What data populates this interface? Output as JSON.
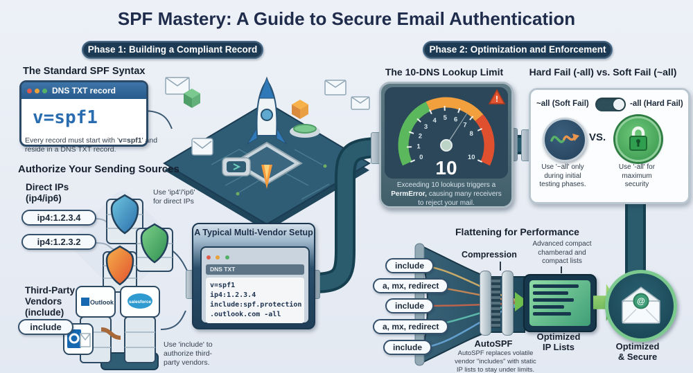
{
  "title": "SPF Mastery: A Guide to Secure Email Authentication",
  "phases": {
    "phase1": "Phase 1: Building a Compliant Record",
    "phase2": "Phase 2: Optimization and Enforcement"
  },
  "syntax": {
    "heading": "The Standard SPF Syntax",
    "window_title": "DNS TXT record",
    "record": "v=spf1",
    "caption_pre": "Every record must start with '",
    "caption_code": "v=spf1",
    "caption_post": "' and reside in a DNS TXT record."
  },
  "sources": {
    "heading": "Authorize Your Sending Sources",
    "direct_label": "Direct IPs\n(ip4/ip6)",
    "ip_pills": [
      "ip4:1.2.3.4",
      "ip4:1.2.3.2"
    ],
    "tip": "Use 'ip4'/'ip6'\nfor direct IPs"
  },
  "vendors": {
    "label": "Third-Party\nVendors\n(include)",
    "pill": "include",
    "badge_outlook": "Outlook",
    "badge_salesforce": "salesforce",
    "tip": "Use 'include' to\nauthorize third-\nparty vendors."
  },
  "multivendor": {
    "heading": "A Typical Multi-Vendor Setup",
    "window_title": "DNS TXT",
    "code_lines": [
      "v=spf1",
      "ip4:1.2.3.4",
      "include:spf.protection",
      ".outlook.com -all"
    ]
  },
  "gauge": {
    "heading": "The 10-DNS Lookup Limit",
    "ticks": [
      "0",
      "1",
      "2",
      "3",
      "4",
      "5",
      "6",
      "7",
      "8",
      "10"
    ],
    "value": "10",
    "caption_line1": "Exceeding 10 lookups triggers a",
    "caption_bold": "PermError,",
    "caption_line2_rest": " causing many receivers",
    "caption_line3": "to reject your mail.",
    "warning_mark": "!"
  },
  "failmodes": {
    "heading": "Hard Fail (-all) vs. Soft Fail (~all)",
    "soft_label": "~all (Soft Fail)",
    "hard_label": "-all (Hard Fail)",
    "vs_label": "VS.",
    "soft_caption": "Use '~all' only\nduring initial\ntesting phases.",
    "hard_caption": "Use '-all' for\nmaximum\nsecurity"
  },
  "flatten": {
    "heading": "Flattening for Performance",
    "pills": [
      "include",
      "a, mx, redirect",
      "include",
      "a, mx, redirect",
      "include"
    ],
    "compression_label": "Compression",
    "annotation": "Advanced compact\nchamberad and\ncompact lists",
    "autospf_label": "AutoSPF",
    "autospf_caption": "AutoSPF replaces volatile\nvendor \"includes\" with static\nIP lists to stay under limits.",
    "ip_lists_label": "Optimized\nIP Lists",
    "result_label": "Optimized\n& Secure",
    "seal_symbol": "@"
  },
  "colors": {
    "background": "#e9eef5",
    "navy_badge": "#1d3a54",
    "pipe_teal": "#2b5c6e",
    "green": "#58b368",
    "orange": "#f2a03d",
    "red": "#e0502f",
    "code_blue": "#2a6cb0"
  }
}
